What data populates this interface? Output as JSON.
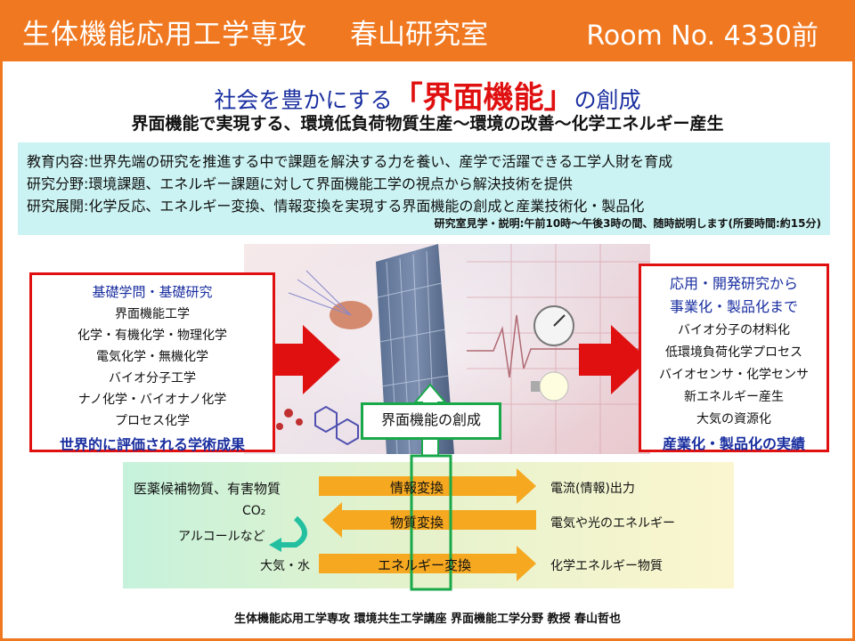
{
  "header": {
    "department": "生体機能応用工学専攻",
    "lab_name": "春山研究室",
    "room": "Room No. 4330前"
  },
  "title": {
    "prefix": "社会を豊かにする",
    "highlight": "「界面機能」",
    "suffix": "の創成"
  },
  "subtitle": "界面機能で実現する、環境低負荷物質生産～環境の改善～化学エネルギー産生",
  "info": {
    "lines": [
      "教育内容:世界先端の研究を推進する中で課題を解決する力を養い、産学で活躍できる工学人財を育成",
      "研究分野:環境課題、エネルギー課題に対して界面機能工学の視点から解決技術を提供",
      "研究展開:化学反応、エネルギー変換、情報変換を実現する界面機能の創成と産業技術化・製品化"
    ],
    "visit_note": "研究室見学・説明:午前10時～午後3時の間、随時説明します(所要時間:約15分)"
  },
  "left_panel": {
    "title": "基礎学問・基礎研究",
    "items": [
      "界面機能工学",
      "化学・有機化学・物理化学",
      "電気化学・無機化学",
      "バイオ分子工学",
      "ナノ化学・バイオナノ化学",
      "プロセス化学"
    ],
    "footer": "世界的に評価される学術成果"
  },
  "right_panel": {
    "title_line1": "応用・開発研究から",
    "title_line2": "事業化・製品化まで",
    "items": [
      "バイオ分子の材料化",
      "低環境負荷化学プロセス",
      "バイオセンサ・化学センサ",
      "新エネルギー産生",
      "大気の資源化"
    ],
    "footer": "産業化・製品化の実績"
  },
  "center_label": "界面機能の創成",
  "conversions": {
    "rows": [
      {
        "left": "医薬候補物質、有害物質",
        "arrow": "情報変換",
        "right": "電流(情報)出力"
      },
      {
        "left": "CO₂",
        "arrow": "物質変換",
        "right": "電気や光のエネルギー"
      },
      {
        "left": "大気・水",
        "arrow": "エネルギー変換",
        "right": "化学エネルギー物質"
      }
    ],
    "extra_left": "アルコールなど"
  },
  "footer": "生体機能応用工学専攻 環境共生工学講座 界面機能工学分野 教授 春山哲也",
  "colors": {
    "header": "#f07820",
    "title_blue": "#1a2fa0",
    "red": "#e01010",
    "arrow_orange": "#f5a820",
    "green": "#19a84a"
  }
}
